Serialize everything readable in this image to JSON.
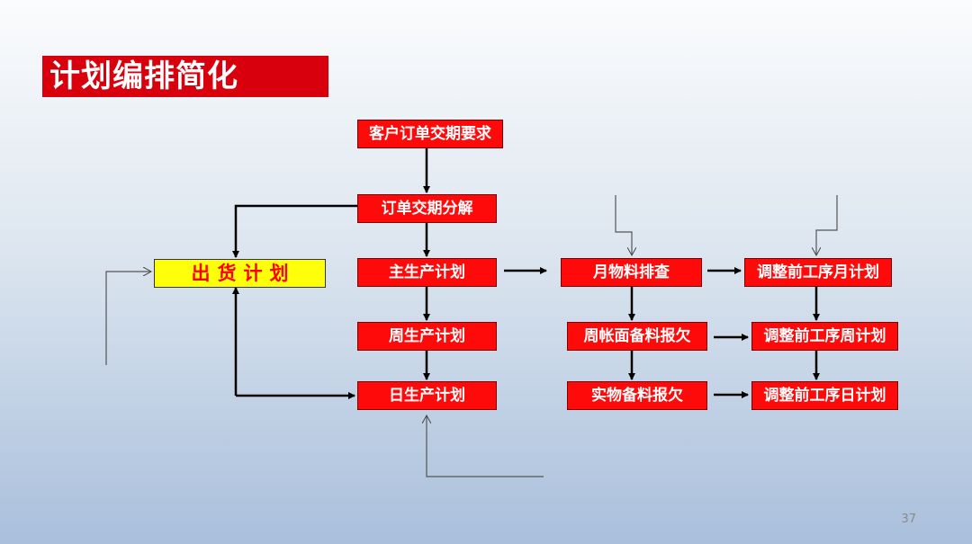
{
  "title": "计划编排简化",
  "page_number": "37",
  "boxes": {
    "customer_order": "客户订单交期要求",
    "order_breakdown": "订单交期分解",
    "master_plan": "主生产计划",
    "weekly_plan": "周生产计划",
    "daily_plan": "日生产计划",
    "shipping_plan": "出货计划",
    "monthly_material_check": "月物料排查",
    "weekly_book_shortage": "周帐面备料报欠",
    "physical_shortage": "实物备料报欠",
    "adjust_monthly": "调整前工序月计划",
    "adjust_weekly": "调整前工序周计划",
    "adjust_daily": "调整前工序日计划"
  },
  "colors": {
    "box_red": "#ff0a0a",
    "title_red": "#d9000d",
    "highlight_yellow": "#ffff0a"
  }
}
